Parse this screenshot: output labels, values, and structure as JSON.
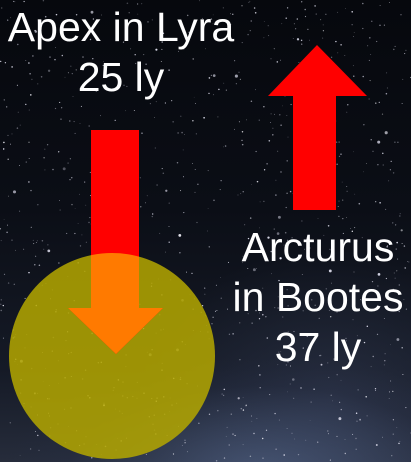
{
  "labels": {
    "apex": {
      "name": "Apex in Lyra",
      "distance": "25 ly"
    },
    "arcturus": {
      "line1": "Arcturus",
      "line2": "in Bootes",
      "distance": "37 ly"
    }
  },
  "colors": {
    "arrow": "#ff0000",
    "overlap_arrow": "#ff7a00",
    "circle": "#b5a800",
    "text": "#ffffff"
  },
  "icons": {
    "up_arrow": "up-arrow-icon",
    "down_arrow": "down-arrow-icon",
    "circle": "yellow-circle"
  }
}
